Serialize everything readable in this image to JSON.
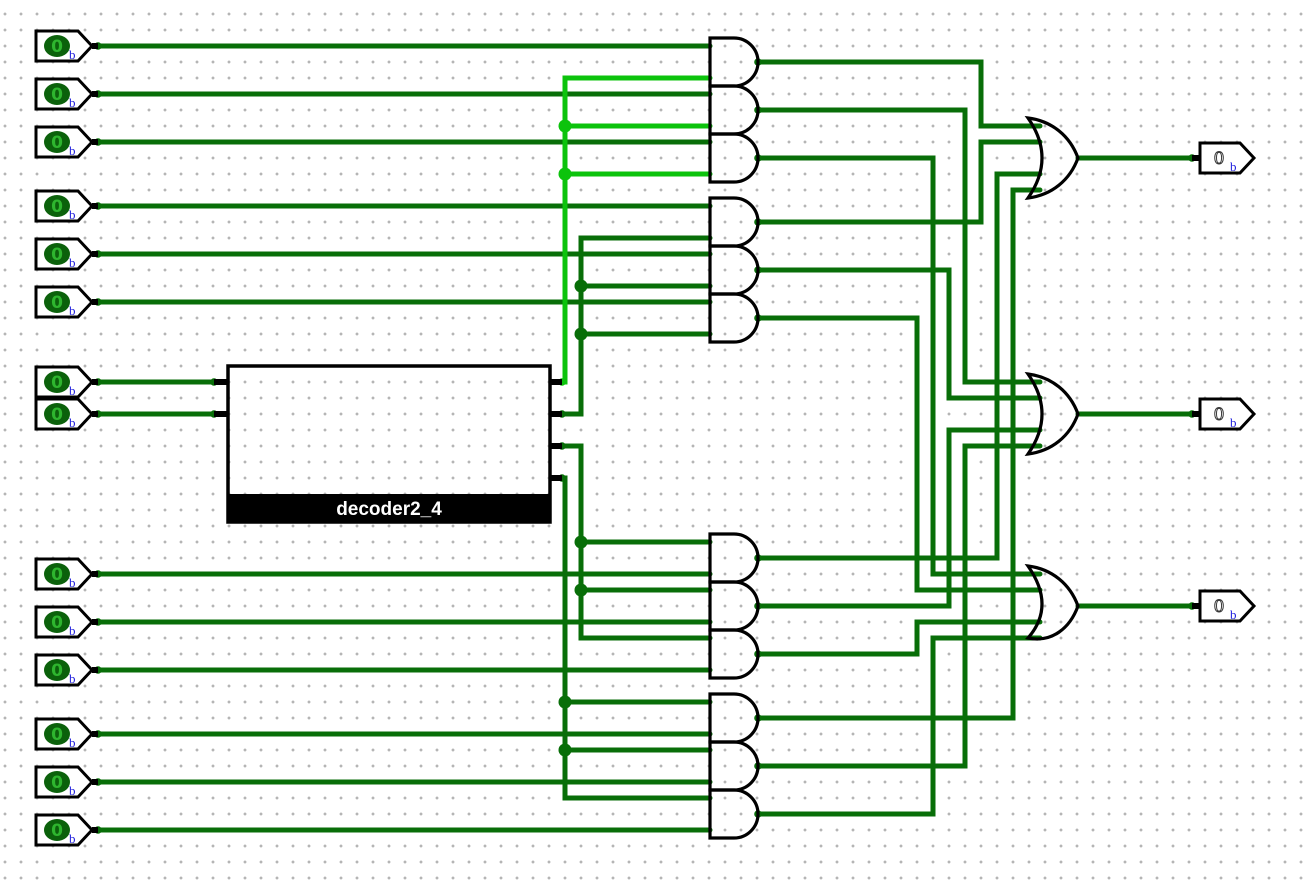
{
  "canvas": {
    "background": "#ffffff",
    "grid_dot_color": "#b5b5b5"
  },
  "colors": {
    "wire_low": "#086e08",
    "wire_high": "#0cc30c",
    "component_stroke": "#000000",
    "pin_fill": "#ffffff",
    "pin_value_bubble": "#0b610b",
    "pin_value_text": "#2eb52e",
    "output_value_text": "#3a3a3a",
    "radix_text": "#2020dd",
    "decoder_label_bg": "#000000",
    "decoder_label_text": "#ffffff"
  },
  "decoder": {
    "label": "decoder2_4",
    "input_count": 2,
    "output_count": 4
  },
  "gates": {
    "and_gates": 12,
    "or_gates": 3
  },
  "input_pins": [
    {
      "value": "0",
      "radix": "b"
    },
    {
      "value": "0",
      "radix": "b"
    },
    {
      "value": "0",
      "radix": "b"
    },
    {
      "value": "0",
      "radix": "b"
    },
    {
      "value": "0",
      "radix": "b"
    },
    {
      "value": "0",
      "radix": "b"
    },
    {
      "value": "0",
      "radix": "b"
    },
    {
      "value": "0",
      "radix": "b"
    },
    {
      "value": "0",
      "radix": "b"
    },
    {
      "value": "0",
      "radix": "b"
    },
    {
      "value": "0",
      "radix": "b"
    },
    {
      "value": "0",
      "radix": "b"
    },
    {
      "value": "0",
      "radix": "b"
    },
    {
      "value": "0",
      "radix": "b"
    }
  ],
  "output_pins": [
    {
      "value": "0",
      "radix": "b"
    },
    {
      "value": "0",
      "radix": "b"
    },
    {
      "value": "0",
      "radix": "b"
    }
  ]
}
